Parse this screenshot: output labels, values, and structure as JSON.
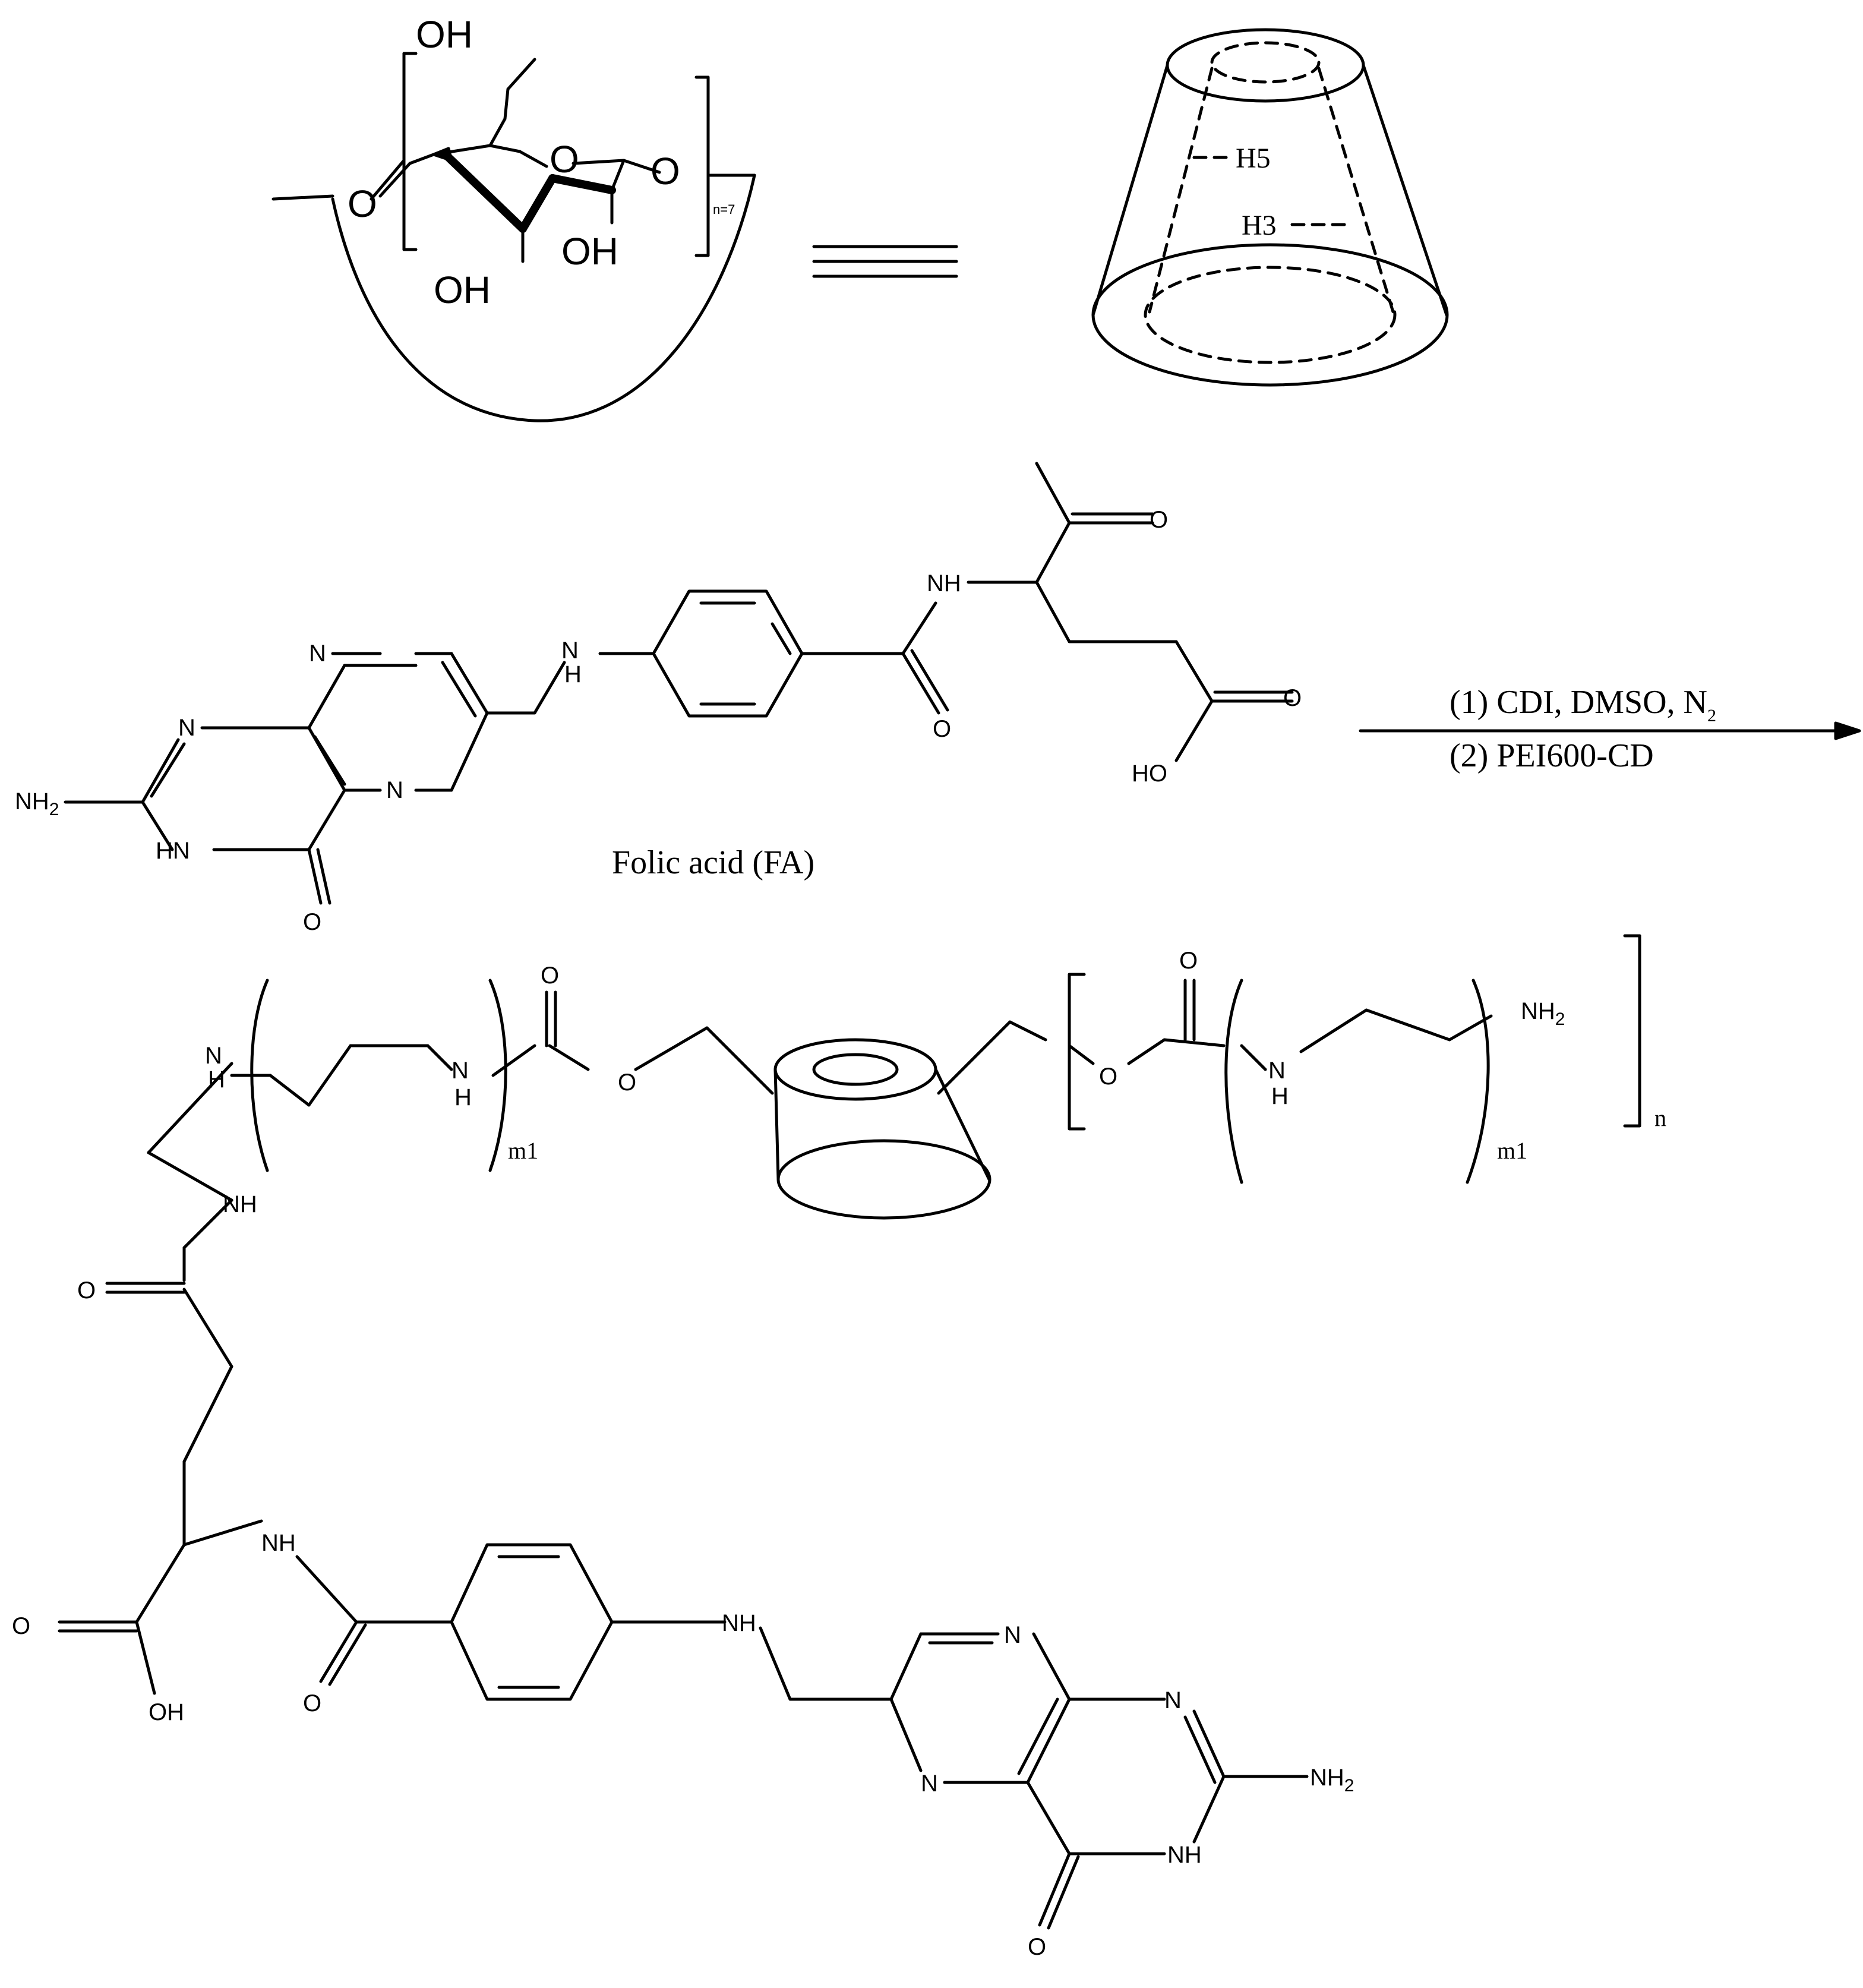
{
  "cyclodextrin": {
    "oh_top": "OH",
    "oh_right": "OH",
    "oh_bottom": "OH",
    "o_left": "O",
    "o_ring": "O",
    "o_glyco": "O",
    "repeat": "n=7",
    "equiv": "≡",
    "cone_h5": "H5",
    "cone_h3": "H3"
  },
  "folic_acid": {
    "name": "Folic acid (FA)",
    "nh2": "NH",
    "nh2_sub": "2",
    "n1": "N",
    "n_pyr_top": "N",
    "n_pyr_bot": "N",
    "nh_ring": "HN",
    "o_ring": "O",
    "nh_link_n": "N",
    "nh_link_h": "H",
    "nh_amide": "NH",
    "o_amide": "O",
    "o_ketone": "O",
    "o_acid": "O",
    "ho_acid": "HO"
  },
  "reaction": {
    "step1": "(1) CDI, DMSO, N",
    "step1_sub": "2",
    "step2": "(2) PEI600-CD"
  },
  "product": {
    "nh_a_n": "N",
    "nh_a_h": "H",
    "nh_b_n": "N",
    "nh_b_h": "H",
    "m1_left": "m1",
    "o_carbonyl_left": "O",
    "o_ester_left": "O",
    "o_carbonyl_right": "O",
    "o_ester_right": "O",
    "nh_c_n": "N",
    "nh_c_h": "H",
    "nh2_end": "NH",
    "nh2_end_sub": "2",
    "m1_right": "m1",
    "n_bracket": "n",
    "nh_amide_top": "NH",
    "o_amide_top": "O",
    "nh_alpha": "NH",
    "o_acid": "O",
    "oh_acid": "OH",
    "o_amide_bottom": "O",
    "nh_aryl": "NH",
    "n_pz_top": "N",
    "n_pz_bot": "N",
    "n_pm": "N",
    "nh2_pm": "NH",
    "nh2_pm_sub": "2",
    "nh_pm": "NH",
    "o_pm": "O"
  }
}
